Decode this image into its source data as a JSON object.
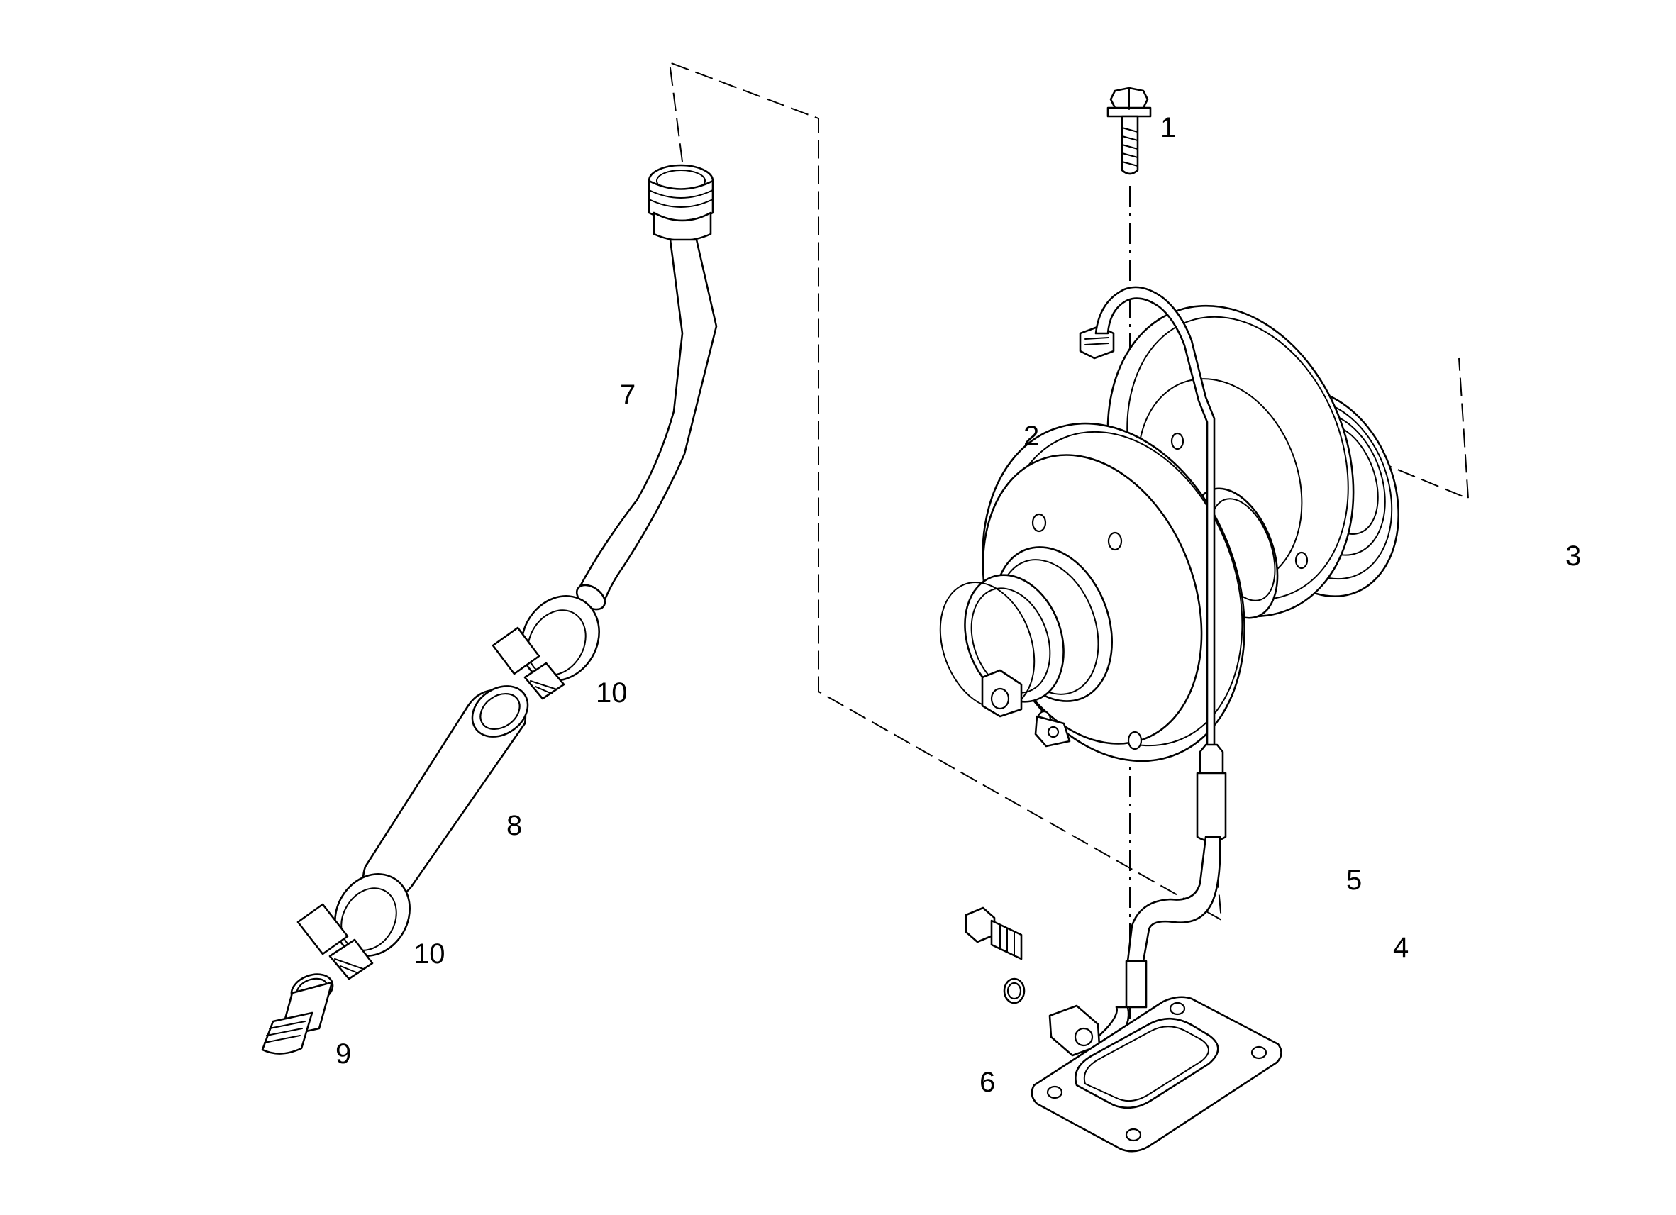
{
  "callouts": {
    "c1": "1",
    "c2": "2",
    "c3": "3",
    "c4": "4",
    "c5": "5",
    "c6": "6",
    "c7": "7",
    "c8": "8",
    "c9": "9",
    "c10a": "10",
    "c10b": "10"
  },
  "colors": {
    "line": "#000000",
    "background": "#ffffff"
  }
}
